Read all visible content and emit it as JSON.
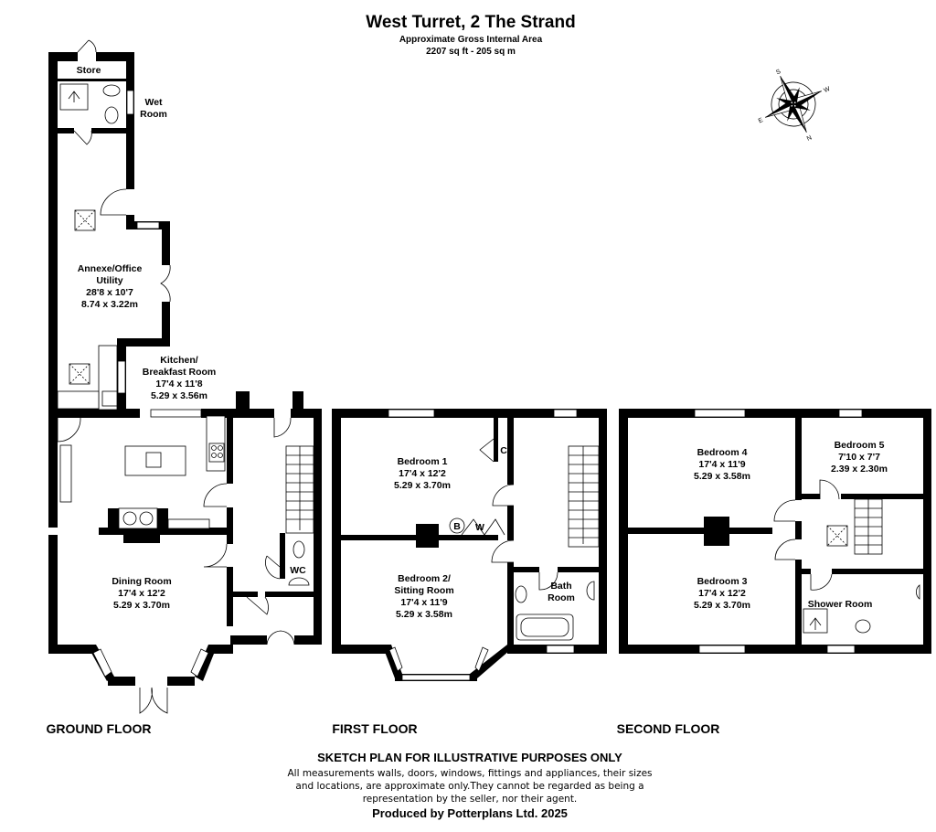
{
  "header": {
    "title": "West Turret, 2 The Strand",
    "subtitle": "Approximate Gross Internal Area",
    "area": "2207 sq ft - 205 sq m"
  },
  "compass": {
    "letters": [
      "S",
      "N",
      "E",
      "W"
    ]
  },
  "ground_floor": {
    "label": "GROUND FLOOR",
    "store": "Store",
    "wet_room": [
      "Wet",
      "Room"
    ],
    "annexe": [
      "Annexe/Office",
      "Utility",
      "28'8 x 10'7",
      "8.74 x 3.22m"
    ],
    "kitchen": [
      "Kitchen/",
      "Breakfast Room",
      "17'4 x 11'8",
      "5.29 x 3.56m"
    ],
    "dining": [
      "Dining Room",
      "17'4 x 12'2",
      "5.29 x 3.70m"
    ],
    "wc": "WC"
  },
  "first_floor": {
    "label": "FIRST FLOOR",
    "bedroom1": [
      "Bedroom 1",
      "17'4 x 12'2",
      "5.29 x 3.70m"
    ],
    "cupboard": "C",
    "boiler": "B",
    "wardrobe": "W",
    "bedroom2": [
      "Bedroom 2/",
      "Sitting Room",
      "17'4 x 11'9",
      "5.29 x 3.58m"
    ],
    "bathroom": [
      "Bath",
      "Room"
    ]
  },
  "second_floor": {
    "label": "SECOND FLOOR",
    "bedroom4": [
      "Bedroom 4",
      "17'4 x 11'9",
      "5.29 x 3.58m"
    ],
    "bedroom5": [
      "Bedroom 5",
      "7'10 x 7'7",
      "2.39 x 2.30m"
    ],
    "bedroom3": [
      "Bedroom 3",
      "17'4 x 12'2",
      "5.29 x 3.70m"
    ],
    "shower_room": "Shower Room"
  },
  "footer": {
    "heading": "SKETCH PLAN FOR ILLUSTRATIVE PURPOSES ONLY",
    "lines": [
      "All measurements walls, doors, windows, fittings and appliances, their sizes",
      "and locations, are approximate only.They cannot be regarded as being a",
      "representation by the seller, nor their agent."
    ],
    "credit": "Produced by Potterplans Ltd. 2025"
  }
}
